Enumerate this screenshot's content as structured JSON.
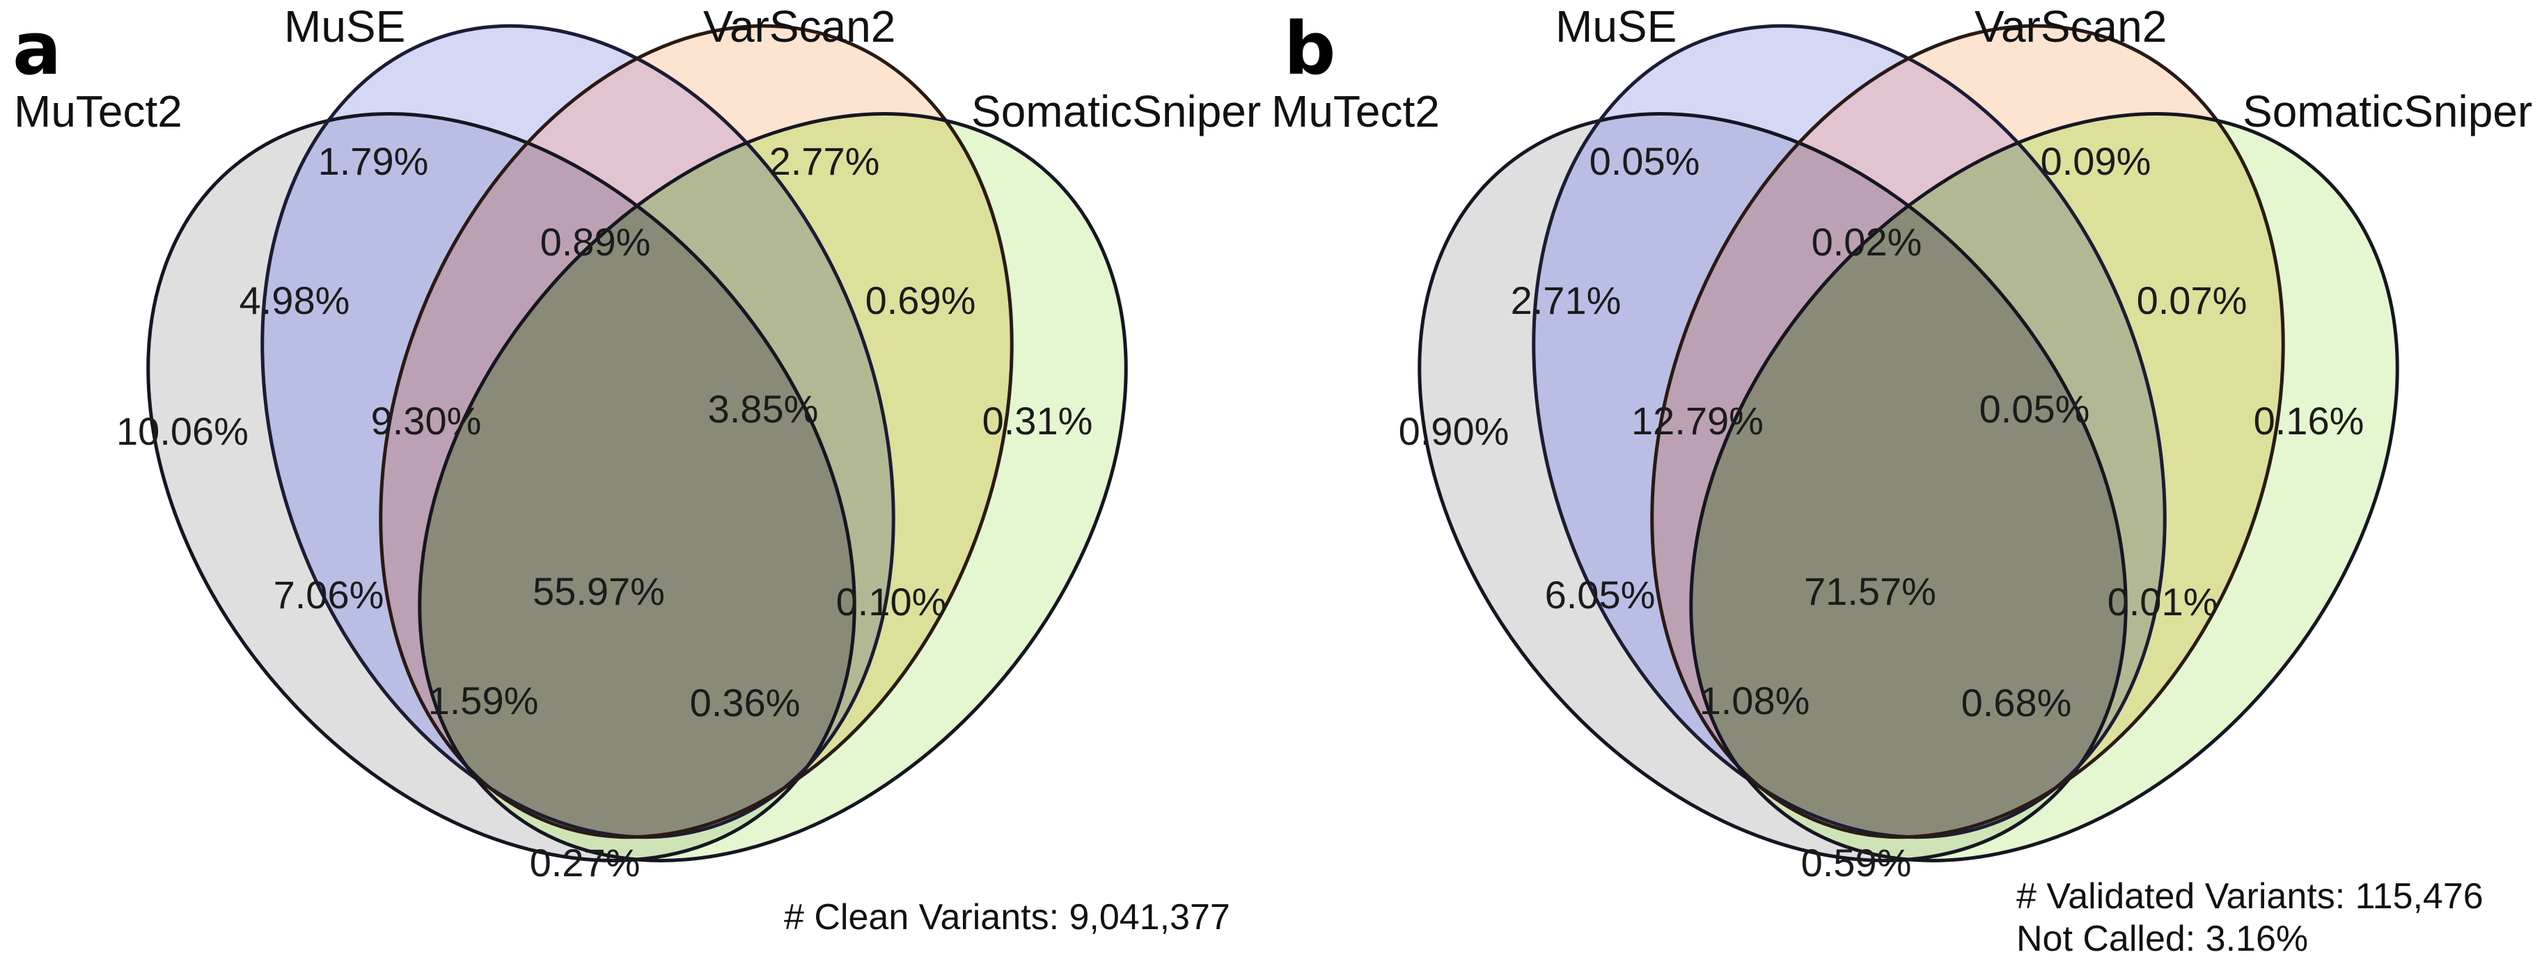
{
  "figure": {
    "background": "#ffffff",
    "set_colors": {
      "MuTect2": "#d9d9d9",
      "MuSE": "#c9cdf2",
      "VarScan2": "#fbdcc4",
      "SomaticSniper": "#ddf5c4"
    },
    "outline_color": "#1a1a2e"
  },
  "panels": [
    {
      "letter": "a",
      "set_labels": {
        "mutect2": "MuTect2",
        "muse": "MuSE",
        "varscan2": "VarScan2",
        "somaticsniper": "SomaticSniper"
      },
      "caption_lines": [
        "# Clean Variants: 9,041,377"
      ],
      "regions": [
        {
          "key": "MuSE",
          "value": "1.79%"
        },
        {
          "key": "VarScan2",
          "value": "2.77%"
        },
        {
          "key": "MuSE-VarScan2",
          "value": "0.89%"
        },
        {
          "key": "MuTect2-MuSE",
          "value": "4.98%"
        },
        {
          "key": "VarScan2-SomaticSniper",
          "value": "0.69%"
        },
        {
          "key": "MuTect2",
          "value": "10.06%"
        },
        {
          "key": "MuTect2-MuSE-VarScan2",
          "value": "9.30%"
        },
        {
          "key": "MuSE-VarScan2-SomaticSniper",
          "value": "3.85%"
        },
        {
          "key": "SomaticSniper",
          "value": "0.31%"
        },
        {
          "key": "MuTect2-VarScan2",
          "value": "7.06%"
        },
        {
          "key": "MuTect2-MuSE-VarScan2-SomaticSniper",
          "value": "55.97%"
        },
        {
          "key": "MuSE-SomaticSniper",
          "value": "0.10%"
        },
        {
          "key": "MuTect2-VarScan2-SomaticSniper",
          "value": "1.59%"
        },
        {
          "key": "MuTect2-MuSE-SomaticSniper",
          "value": "0.36%"
        },
        {
          "key": "MuTect2-SomaticSniper",
          "value": "0.27%"
        }
      ]
    },
    {
      "letter": "b",
      "set_labels": {
        "mutect2": "MuTect2",
        "muse": "MuSE",
        "varscan2": "VarScan2",
        "somaticsniper": "SomaticSniper"
      },
      "caption_lines": [
        "# Validated Variants: 115,476",
        "Not Called: 3.16%"
      ],
      "regions": [
        {
          "key": "MuSE",
          "value": "0.05%"
        },
        {
          "key": "VarScan2",
          "value": "0.09%"
        },
        {
          "key": "MuSE-VarScan2",
          "value": "0.02%"
        },
        {
          "key": "MuTect2-MuSE",
          "value": "2.71%"
        },
        {
          "key": "VarScan2-SomaticSniper",
          "value": "0.07%"
        },
        {
          "key": "MuTect2",
          "value": "0.90%"
        },
        {
          "key": "MuTect2-MuSE-VarScan2",
          "value": "12.79%"
        },
        {
          "key": "MuSE-VarScan2-SomaticSniper",
          "value": "0.05%"
        },
        {
          "key": "SomaticSniper",
          "value": "0.16%"
        },
        {
          "key": "MuTect2-VarScan2",
          "value": "6.05%"
        },
        {
          "key": "MuTect2-MuSE-VarScan2-SomaticSniper",
          "value": "71.57%"
        },
        {
          "key": "MuSE-SomaticSniper",
          "value": "0.01%"
        },
        {
          "key": "MuTect2-VarScan2-SomaticSniper",
          "value": "1.08%"
        },
        {
          "key": "MuTect2-MuSE-SomaticSniper",
          "value": "0.68%"
        },
        {
          "key": "MuTect2-SomaticSniper",
          "value": "0.59%"
        }
      ]
    }
  ],
  "chart_data": {
    "type": "venn",
    "title": "",
    "sets": [
      "MuTect2",
      "MuSE",
      "VarScan2",
      "SomaticSniper"
    ],
    "panels": [
      {
        "label": "a",
        "total_label": "# Clean Variants",
        "total": "9,041,377",
        "units": "percent",
        "values": {
          "MuTect2": 10.06,
          "MuSE": 1.79,
          "VarScan2": 2.77,
          "SomaticSniper": 0.31,
          "MuTect2-MuSE": 4.98,
          "MuTect2-VarScan2": 7.06,
          "MuTect2-SomaticSniper": 0.27,
          "MuSE-VarScan2": 0.89,
          "MuSE-SomaticSniper": 0.1,
          "VarScan2-SomaticSniper": 0.69,
          "MuTect2-MuSE-VarScan2": 9.3,
          "MuTect2-MuSE-SomaticSniper": 0.36,
          "MuTect2-VarScan2-SomaticSniper": 1.59,
          "MuSE-VarScan2-SomaticSniper": 3.85,
          "MuTect2-MuSE-VarScan2-SomaticSniper": 55.97
        }
      },
      {
        "label": "b",
        "total_label": "# Validated Variants",
        "total": "115,476",
        "not_called": "3.16%",
        "units": "percent",
        "values": {
          "MuTect2": 0.9,
          "MuSE": 0.05,
          "VarScan2": 0.09,
          "SomaticSniper": 0.16,
          "MuTect2-MuSE": 2.71,
          "MuTect2-VarScan2": 6.05,
          "MuTect2-SomaticSniper": 0.59,
          "MuSE-VarScan2": 0.02,
          "MuSE-SomaticSniper": 0.01,
          "VarScan2-SomaticSniper": 0.07,
          "MuTect2-MuSE-VarScan2": 12.79,
          "MuTect2-MuSE-SomaticSniper": 0.68,
          "MuTect2-VarScan2-SomaticSniper": 1.08,
          "MuSE-VarScan2-SomaticSniper": 0.05,
          "MuTect2-MuSE-VarScan2-SomaticSniper": 71.57
        }
      }
    ]
  }
}
